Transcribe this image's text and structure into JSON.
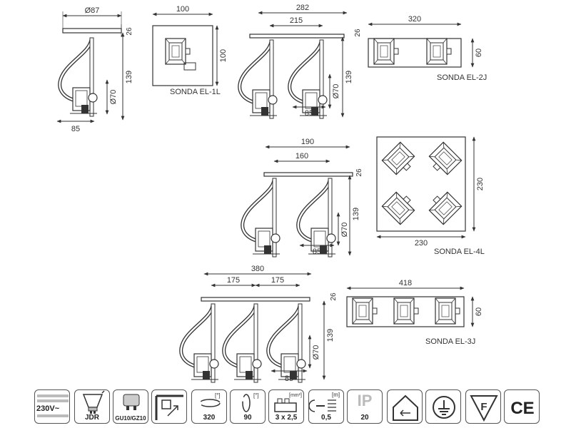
{
  "views": {
    "single_side": {
      "diameter": "Ø87",
      "flange": "26",
      "height": "139",
      "lamp": "Ø70",
      "base": "85"
    },
    "single_top": {
      "width": "100",
      "height": "100",
      "name": "SONDA EL-1L"
    },
    "double_side": {
      "overall": "282",
      "spacing": "215",
      "flange": "26",
      "height": "139",
      "lamp": "Ø70",
      "base": "85"
    },
    "double_top": {
      "width": "320",
      "height": "60",
      "name": "SONDA EL-2J"
    },
    "quad_side": {
      "overall": "190",
      "spacing": "160",
      "flange": "26",
      "height": "139",
      "lamp": "Ø70",
      "base": "85"
    },
    "quad_top": {
      "width": "230",
      "height": "230",
      "name": "SONDA EL-4L"
    },
    "triple_side": {
      "overall": "380",
      "spacing_a": "175",
      "spacing_b": "175",
      "flange": "26",
      "height": "139",
      "lamp": "Ø70",
      "base": "85"
    },
    "triple_top": {
      "width": "418",
      "height": "60",
      "name": "SONDA EL-3J"
    }
  },
  "spec_icons": [
    {
      "icon": "voltage-icon",
      "label": "230V~"
    },
    {
      "icon": "jdr-bulb-icon",
      "label": "JDR"
    },
    {
      "icon": "gu10-socket-icon",
      "label": "GU10/GZ10"
    },
    {
      "icon": "surface-mount-icon",
      "label": ""
    },
    {
      "icon": "rotation-horizontal-icon",
      "label": "320",
      "unit": "[°]"
    },
    {
      "icon": "rotation-vertical-icon",
      "label": "90",
      "unit": "[°]"
    },
    {
      "icon": "terminal-block-icon",
      "label": "3 x 2,5",
      "unit": "[mm²]"
    },
    {
      "icon": "cable-length-icon",
      "label": "0,5",
      "unit": "[m]"
    },
    {
      "icon": "ip-rating-icon",
      "label": "20",
      "prefix": "IP"
    },
    {
      "icon": "indoor-use-icon",
      "label": ""
    },
    {
      "icon": "protection-class-icon",
      "label": ""
    },
    {
      "icon": "f-mark-icon",
      "label": ""
    },
    {
      "icon": "ce-mark-icon",
      "label": ""
    }
  ]
}
